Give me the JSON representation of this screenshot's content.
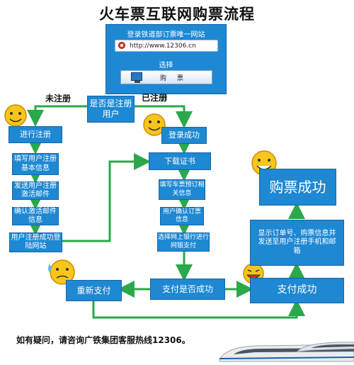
{
  "title": "火车票互联网购票流程",
  "top_box": {
    "heading": "登录铁道部订票唯一网站",
    "url": "http://www.12306.cn",
    "select_label": "选择",
    "button_label": "购 票"
  },
  "decision_register": "是否是注册用户",
  "label_unregistered": "未注册",
  "label_registered": "已注册",
  "left_column": [
    "进行注册",
    "填写用户注册基本信息",
    "发送用户注册激活邮件",
    "确认激活邮件信息",
    "用户注册成功登陆网站"
  ],
  "middle_column": [
    "登录成功",
    "下载证书",
    "填写车票预订相关信息",
    "用户确认订票信息",
    "选择网上银行进行网银支付"
  ],
  "pay_check": "支付是否成功",
  "repay": "重新支付",
  "pay_success": "支付成功",
  "notify": "显示订单号、购票信息并发送至用户注册手机和邮箱",
  "buy_success": "购票成功",
  "footer": "如有疑问，请咨询广铁集团客服热线12306。",
  "colors": {
    "box": "#1e88d3",
    "arrow": "#2aa84a",
    "border": "#1565a8"
  }
}
